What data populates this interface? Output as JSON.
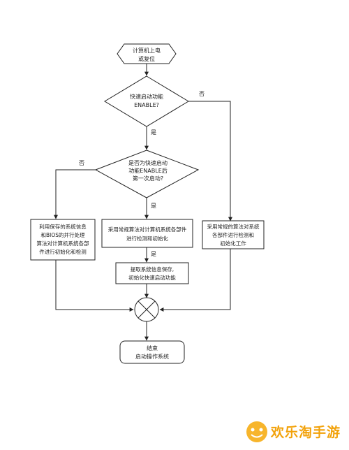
{
  "flowchart": {
    "start": {
      "lines": [
        "计算机上电",
        "或复位"
      ]
    },
    "decision1": {
      "lines": [
        "快速启动功能",
        "ENABLE?"
      ]
    },
    "decision2": {
      "lines": [
        "是否为快速启动",
        "功能ENABLE后",
        "第一次启动?"
      ]
    },
    "box_left": {
      "lines": [
        "利用保存的系统信息",
        "和BIOS的并行处理",
        "算法对计算机系统各部",
        "件进行初始化和检测"
      ]
    },
    "box_mid": {
      "lines": [
        "采用常规算法对计算机系统各部件",
        "进行检测和初始化"
      ]
    },
    "box_right": {
      "lines": [
        "采用常规的算法对系统",
        "各部件进行检测和",
        "初始化工作"
      ]
    },
    "box_save": {
      "lines": [
        "提取系统信息保存,",
        "初始化快速启动功能"
      ]
    },
    "end": {
      "lines": [
        "结束",
        "启动操作系统"
      ]
    },
    "labels": {
      "d1_no": "否",
      "d1_yes": "是",
      "d2_no": "否",
      "d2_yes": "是",
      "mid_yes": "是"
    }
  },
  "watermark": {
    "text": "欢乐淘手游",
    "color": "#f2a20a"
  }
}
